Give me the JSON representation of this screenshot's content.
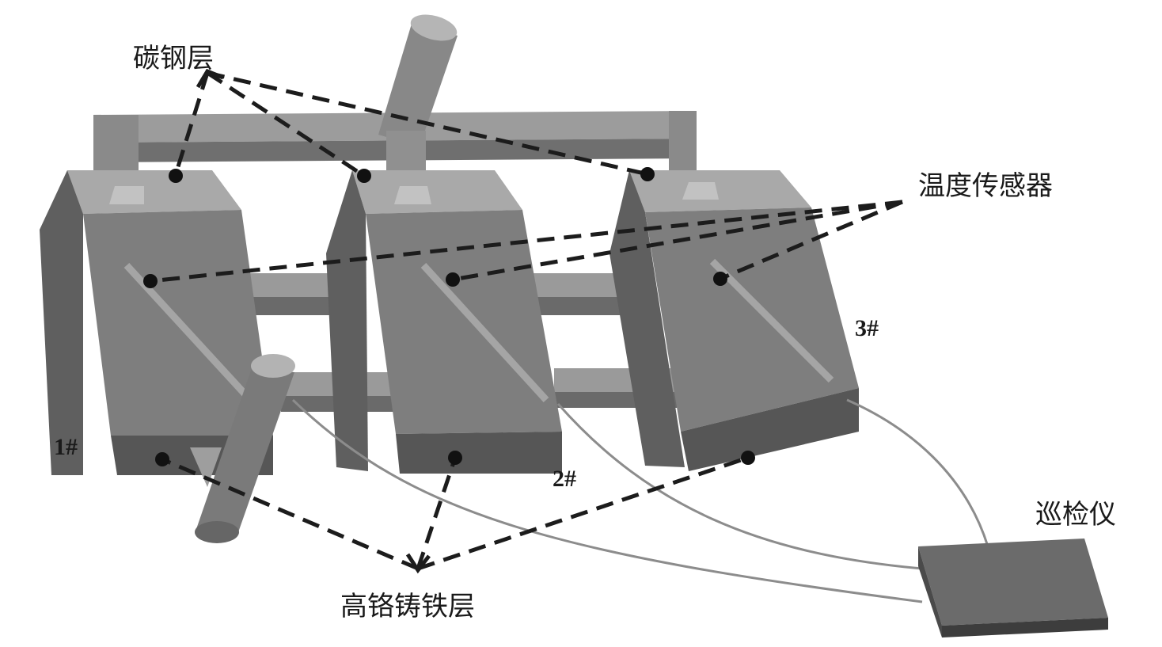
{
  "labels": {
    "carbon_steel_layer": "碳钢层",
    "temperature_sensor": "温度传感器",
    "high_chrome_cast_iron_layer": "高铬铸铁层",
    "inspection_instrument": "巡检仪",
    "block_1": "1#",
    "block_2": "2#",
    "block_3": "3#"
  },
  "colors": {
    "background": "#ffffff",
    "block_front": "#7d7d7d",
    "block_top": "#a8a8a8",
    "block_side": "#5e5e5e",
    "block_bottom_band": "#555555",
    "dashed_leader": "#1c1c1c",
    "sensor_dot": "#111111",
    "cable": "#8c8c8c"
  }
}
